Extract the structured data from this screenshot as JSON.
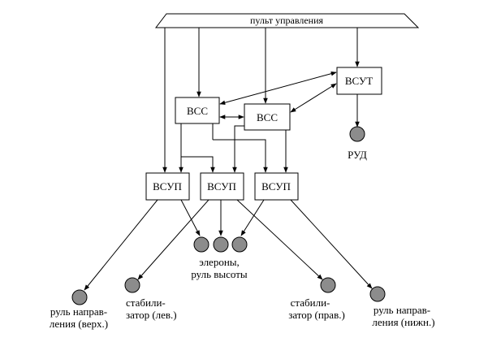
{
  "panel": {
    "label": "пульт управления"
  },
  "boxes": {
    "vss_left": "ВСС",
    "vss_right": "ВСС",
    "vsut": "ВСУТ",
    "vsup_left": "ВСУП",
    "vsup_mid": "ВСУП",
    "vsup_right": "ВСУП"
  },
  "actuators": {
    "rud": "РУД",
    "elevons_1": "элероны,",
    "elevons_2": "руль высоты",
    "stab_left_1": "стабили-",
    "stab_left_2": "затор (лев.)",
    "stab_right_1": "стабили-",
    "stab_right_2": "затор (прав.)",
    "rudder_top_1": "руль направ-",
    "rudder_top_2": "ления (верх.)",
    "rudder_bot_1": "руль направ-",
    "rudder_bot_2": "ления (нижн.)"
  }
}
